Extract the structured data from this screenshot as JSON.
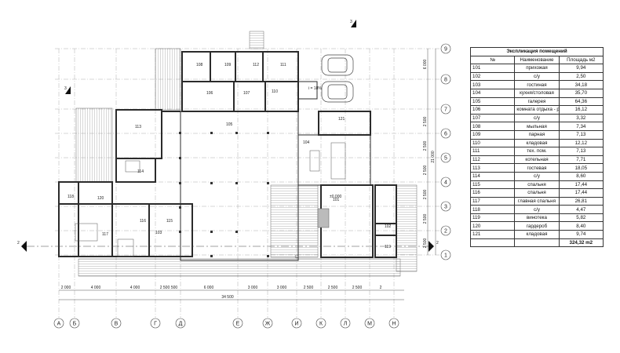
{
  "explication": {
    "title": "Экспликация помещений",
    "headers": [
      "№",
      "Наименование",
      "Площадь м2"
    ],
    "rows": [
      [
        "101",
        "прихожая",
        "9,94"
      ],
      [
        "102",
        "с/у",
        "2,50"
      ],
      [
        "103",
        "гостиная",
        "34,18"
      ],
      [
        "104",
        "кухня/столовая",
        "35,70"
      ],
      [
        "105",
        "галерея",
        "64,36"
      ],
      [
        "106",
        "комната отдыха - раздевалка",
        "16,12"
      ],
      [
        "107",
        "с/у",
        "3,32"
      ],
      [
        "108",
        "мыльная",
        "7,34"
      ],
      [
        "109",
        "парная",
        "7,13"
      ],
      [
        "110",
        "кладовая",
        "12,12"
      ],
      [
        "111",
        "тех. пом.",
        "7,13"
      ],
      [
        "112",
        "котельная",
        "7,71"
      ],
      [
        "113",
        "гостевая",
        "18,05"
      ],
      [
        "114",
        "с/у",
        "8,60"
      ],
      [
        "115",
        "спальня",
        "17,44"
      ],
      [
        "116",
        "спальня",
        "17,44"
      ],
      [
        "117",
        "главная спальня",
        "26,81"
      ],
      [
        "118",
        "с/у",
        "4,47"
      ],
      [
        "119",
        "винотека",
        "5,82"
      ],
      [
        "120",
        "гардероб",
        "8,40"
      ],
      [
        "121",
        "кладовая",
        "9,74"
      ]
    ],
    "total": "324,32 m2"
  },
  "plan": {
    "axes_bottom": [
      "А",
      "Б",
      "В",
      "Г",
      "Д",
      "Е",
      "Ж",
      "И",
      "К",
      "Л",
      "М",
      "Н"
    ],
    "axes_right": [
      "9",
      "8",
      "7",
      "6",
      "5",
      "4",
      "3",
      "2",
      "1"
    ],
    "dims_bottom": [
      "2 000",
      "4 000",
      "4 000",
      "2 500",
      "500",
      "6 000",
      "3 000",
      "3 000",
      "2 500",
      "2 500",
      "2 500",
      "2"
    ],
    "dim_total_bottom": "34 500",
    "dims_right": [
      "6 000",
      "2 500",
      "2 500",
      "2 500",
      "2 500",
      "2 500",
      "2 500"
    ],
    "dim_total_right": "21 000",
    "section_marks": [
      "2",
      "2",
      "3",
      "3"
    ],
    "room_labels": [
      "101",
      "102",
      "103",
      "104",
      "105",
      "106",
      "107",
      "108",
      "109",
      "110",
      "111",
      "112",
      "113",
      "114",
      "115",
      "116",
      "117",
      "118",
      "119",
      "120",
      "121"
    ],
    "slope_label": "i = 18%",
    "level_label": "±0,000"
  },
  "colors": {
    "wall": "#2b2b2b",
    "hatch": "#8a8a8a",
    "grid": "#9a9a9a"
  }
}
